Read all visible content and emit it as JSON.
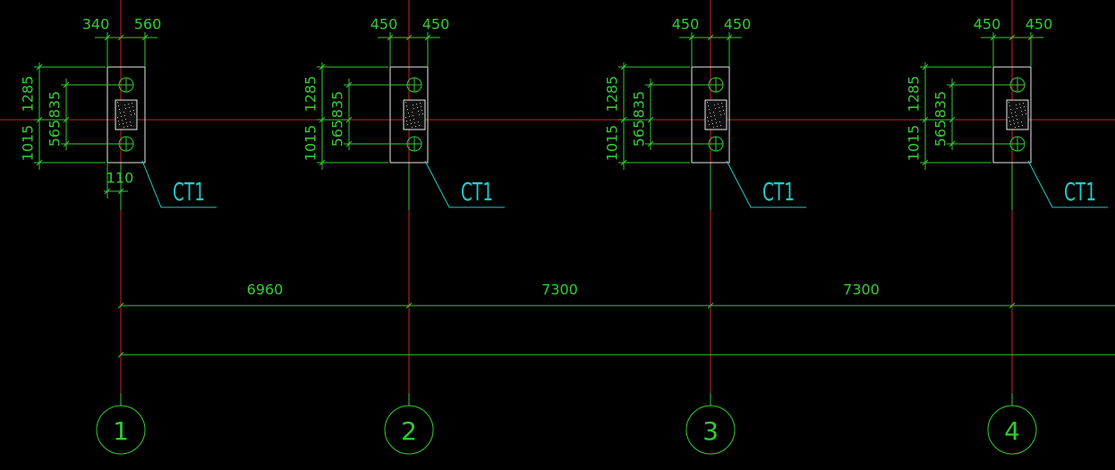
{
  "colors": {
    "background": "#000000",
    "axis": "#cc2222",
    "dimension": "#33cc33",
    "cap": "#e8e8e8",
    "tag": "#22cccc"
  },
  "caps": [
    {
      "axis": "1",
      "dim_left": "340",
      "dim_right": "560",
      "dim_top": "1285",
      "dim_bottom": "1015",
      "dim_pile_top": "835",
      "dim_pile_bottom": "565",
      "dim_offset": "110",
      "tag": "CT1"
    },
    {
      "axis": "2",
      "dim_left": "450",
      "dim_right": "450",
      "dim_top": "1285",
      "dim_bottom": "1015",
      "dim_pile_top": "835",
      "dim_pile_bottom": "565",
      "tag": "CT1"
    },
    {
      "axis": "3",
      "dim_left": "450",
      "dim_right": "450",
      "dim_top": "1285",
      "dim_bottom": "1015",
      "dim_pile_top": "835",
      "dim_pile_bottom": "565",
      "tag": "CT1"
    },
    {
      "axis": "4",
      "dim_left": "450",
      "dim_right": "450",
      "dim_top": "1285",
      "dim_bottom": "1015",
      "dim_pile_top": "835",
      "dim_pile_bottom": "565",
      "tag": "CT1"
    }
  ],
  "spans": [
    "6960",
    "7300",
    "7300"
  ]
}
